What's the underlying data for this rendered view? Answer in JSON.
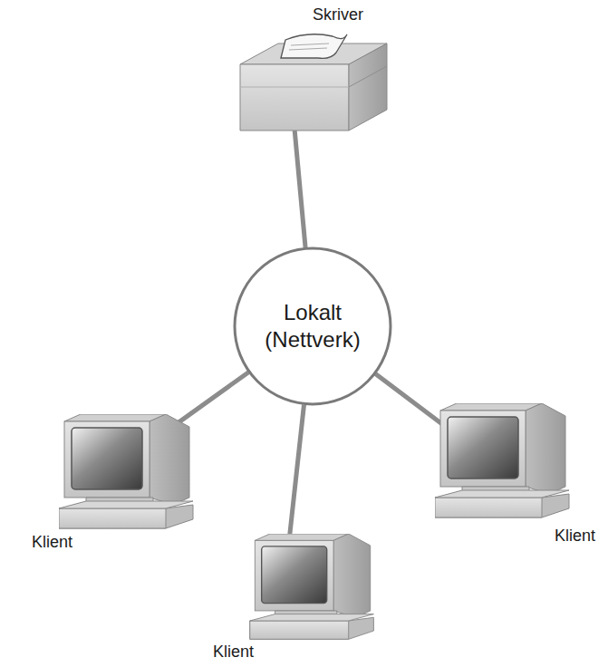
{
  "diagram": {
    "nodes": [
      {
        "text": [
          "Skriver"
        ]
      },
      {
        "text": [
          "Lokalt (Nettverk)"
        ]
      },
      {
        "text": [
          "Klient"
        ]
      },
      {
        "text": [
          "Klient"
        ]
      },
      {
        "text": [
          "Klient"
        ]
      }
    ],
    "edges": [
      {
        "from": 1,
        "to": 0,
        "arrow": "none"
      },
      {
        "from": 1,
        "to": 2,
        "arrow": "none"
      },
      {
        "from": 1,
        "to": 3,
        "arrow": "none"
      },
      {
        "from": 1,
        "to": 4,
        "arrow": "none"
      }
    ]
  }
}
